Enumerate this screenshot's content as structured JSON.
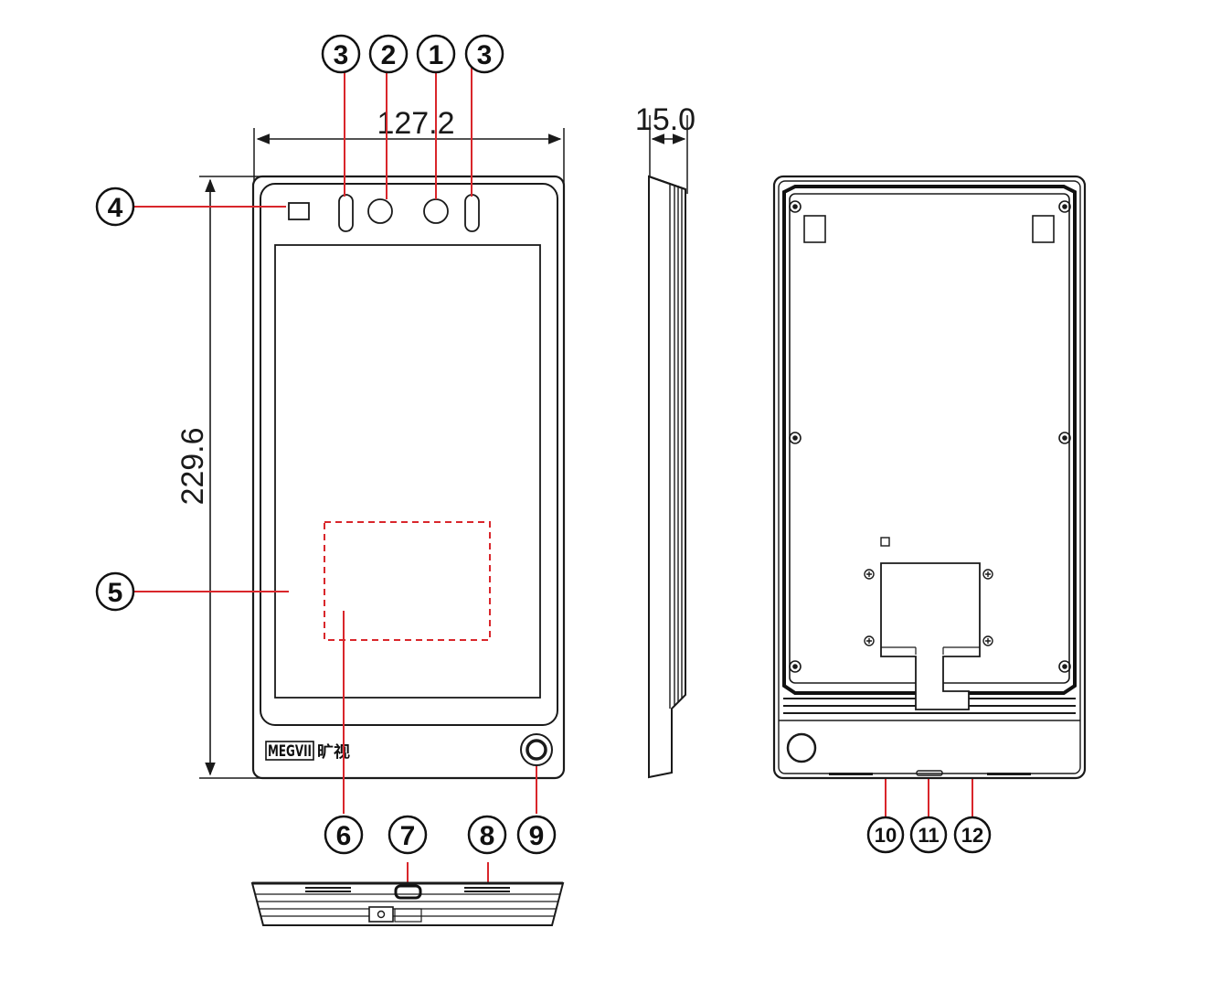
{
  "dimensions": {
    "width": "127.2",
    "height": "229.6",
    "depth": "15.0"
  },
  "callouts": {
    "c1": "1",
    "c2": "2",
    "c3a": "3",
    "c3b": "3",
    "c4": "4",
    "c5": "5",
    "c6": "6",
    "c7": "7",
    "c8": "8",
    "c9": "9",
    "c10": "10",
    "c11": "11",
    "c12": "12"
  },
  "brand": {
    "logo": "MEGVII",
    "logo_cn": "旷视"
  },
  "colors": {
    "line": "#1a1a1a",
    "leader": "#d9262b",
    "background": "#ffffff"
  }
}
